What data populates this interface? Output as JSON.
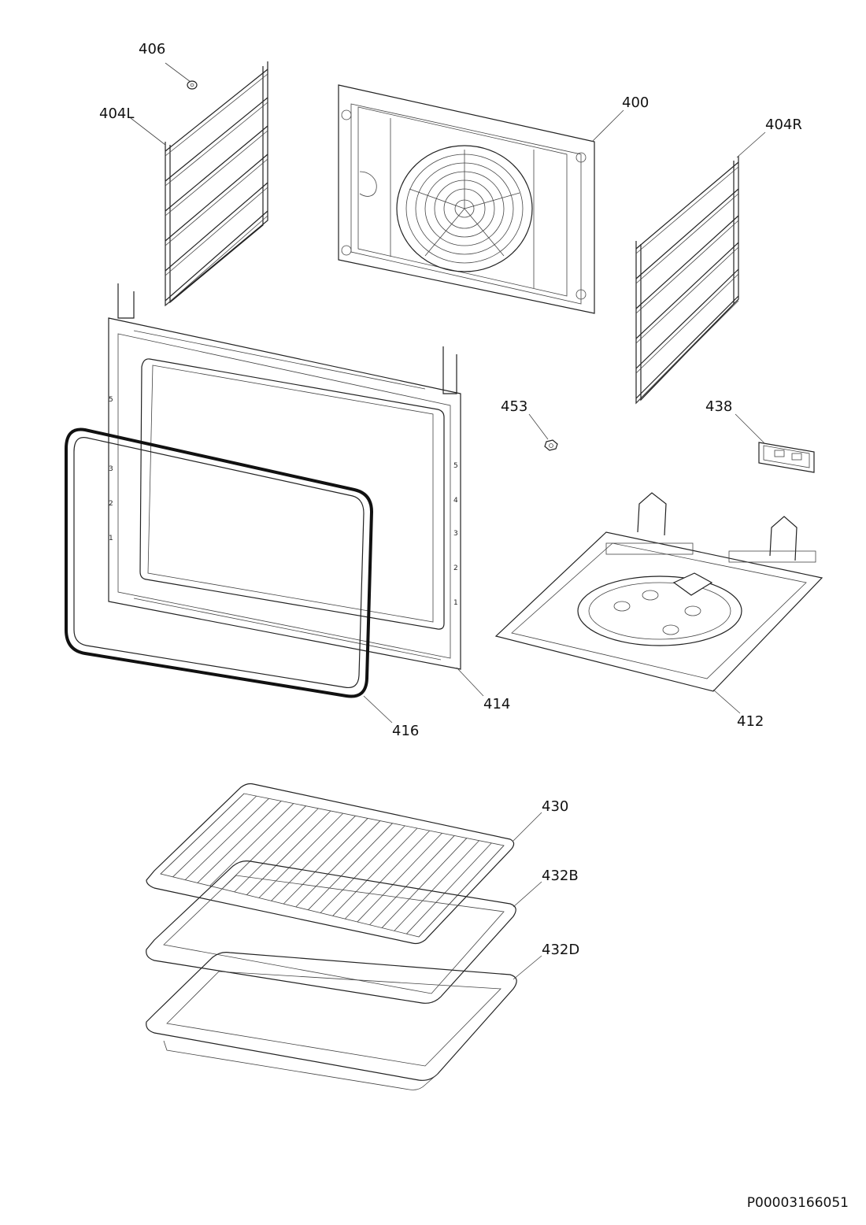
{
  "doc_id": "P00003166051",
  "callouts": [
    {
      "id": "406",
      "text": "406"
    },
    {
      "id": "404L",
      "text": "404L"
    },
    {
      "id": "400",
      "text": "400"
    },
    {
      "id": "404R",
      "text": "404R"
    },
    {
      "id": "453",
      "text": "453"
    },
    {
      "id": "438",
      "text": "438"
    },
    {
      "id": "414",
      "text": "414"
    },
    {
      "id": "416",
      "text": "416"
    },
    {
      "id": "412",
      "text": "412"
    },
    {
      "id": "430",
      "text": "430"
    },
    {
      "id": "432B",
      "text": "432B"
    },
    {
      "id": "432D",
      "text": "432D"
    }
  ],
  "frame_marks_left": [
    "5",
    "3",
    "2",
    "1"
  ],
  "frame_marks_right": [
    "5",
    "4",
    "3",
    "2",
    "1"
  ]
}
